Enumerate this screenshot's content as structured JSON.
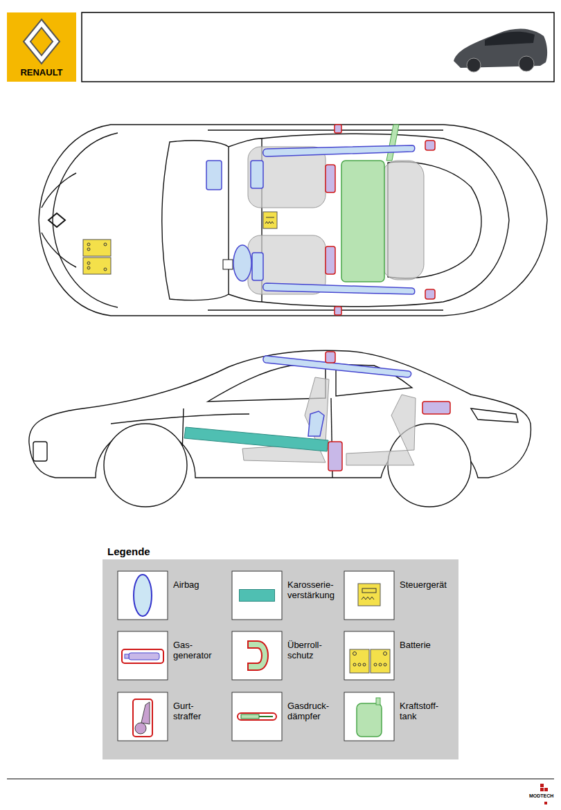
{
  "diagram": {
    "labels": [
      "RENAULT",
      "Legende",
      "MODTECH"
    ],
    "legend": [
      {
        "text": "Airbag"
      },
      {
        "text": "Karosserie- verstärkung",
        "color": "#4fbfb2"
      },
      {
        "text": "Steuergerät"
      },
      {
        "text": "Gas- generator"
      },
      {
        "text": "Überroll- schutz"
      },
      {
        "text": "Batterie"
      },
      {
        "text": "Gurt- straffer"
      },
      {
        "text": "Gasdruck- dämpfer"
      },
      {
        "text": "Kraftstoff- tank"
      }
    ]
  }
}
